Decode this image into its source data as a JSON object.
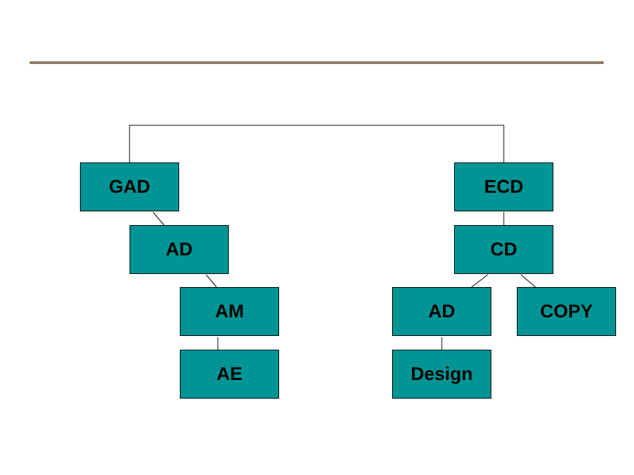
{
  "colors": {
    "node_fill": "#009494",
    "node_border": "#000000",
    "rule": "#8b7a66"
  },
  "nodes": {
    "gad": "GAD",
    "ad_left": "AD",
    "am": "AM",
    "ae": "AE",
    "ecd": "ECD",
    "cd": "CD",
    "ad_right": "AD",
    "copy": "COPY",
    "design": "Design"
  }
}
